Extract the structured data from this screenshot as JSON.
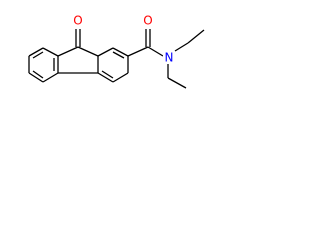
{
  "molecule": {
    "atoms": [
      {
        "symbol": "O",
        "color": "#ff0000"
      },
      {
        "symbol": "N",
        "color": "#0000ff"
      },
      {
        "symbol": "O",
        "color": "#ff0000"
      }
    ]
  }
}
